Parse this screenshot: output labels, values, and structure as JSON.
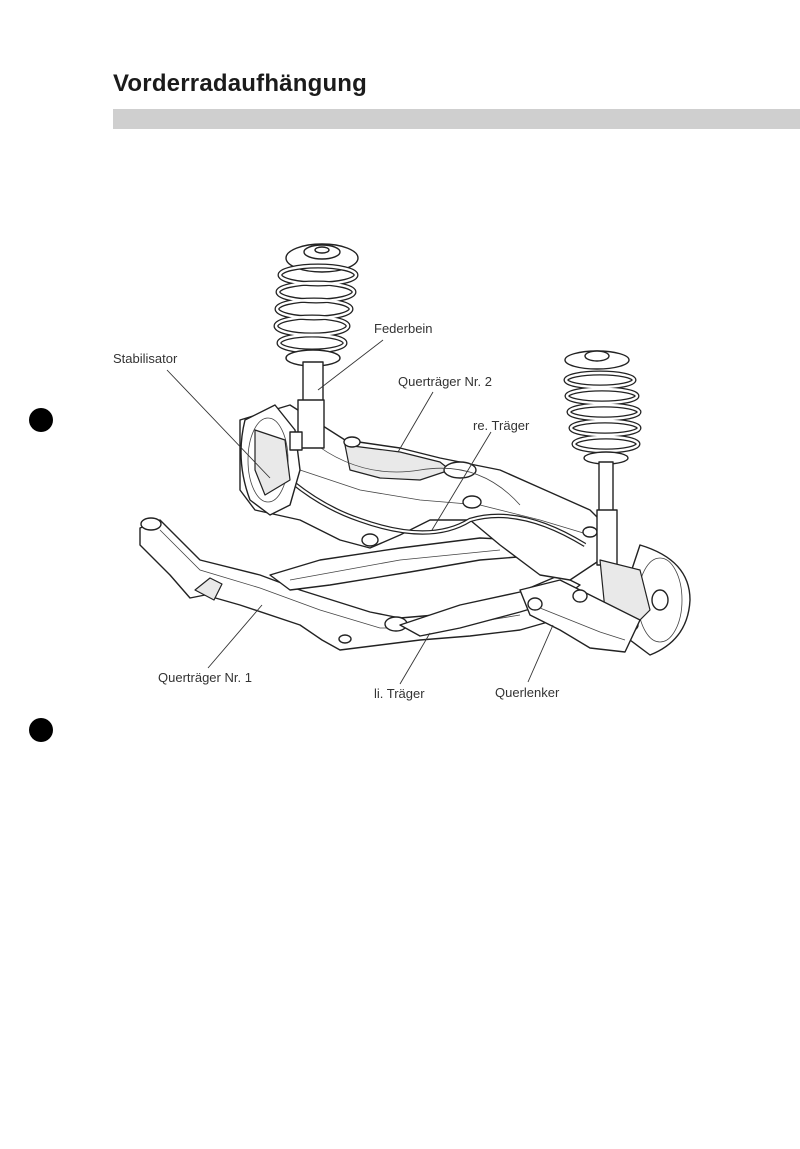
{
  "page": {
    "title": "Vorderradaufhängung"
  },
  "figure": {
    "labels": {
      "federbein": "Federbein",
      "stabilisator": "Stabilisator",
      "quertraeger_nr2": "Querträger Nr. 2",
      "re_traeger": "re. Träger",
      "quertraeger_nr1": "Querträger Nr. 1",
      "li_traeger": "li. Träger",
      "querlenker": "Querlenker"
    }
  }
}
